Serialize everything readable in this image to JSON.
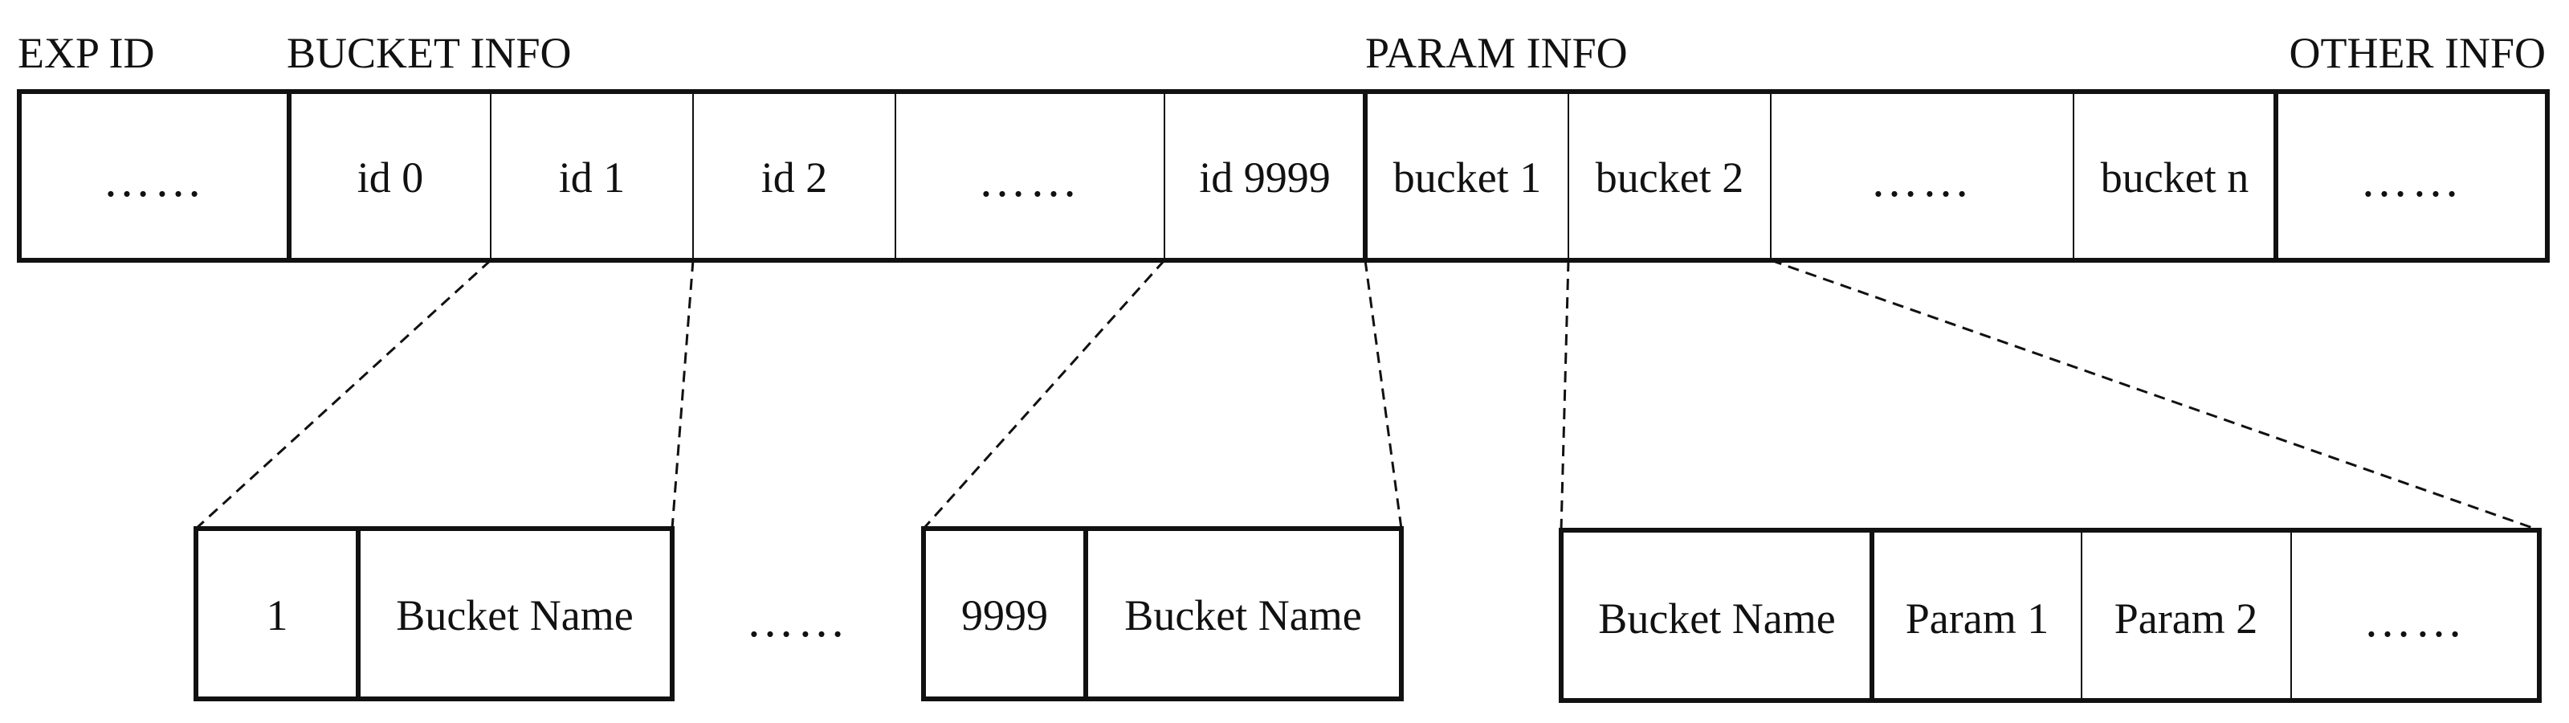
{
  "headers": {
    "exp_id": "EXP ID",
    "bucket_info": "BUCKET INFO",
    "param_info": "PARAM INFO",
    "other_info": "OTHER INFO"
  },
  "top_row": {
    "exp_cell": "……",
    "id0": "id 0",
    "id1": "id 1",
    "id2": "id 2",
    "ids_ellipsis": "……",
    "id9999": "id 9999",
    "bucket1": "bucket 1",
    "bucket2": "bucket 2",
    "buckets_ellipsis": "……",
    "bucketn": "bucket n",
    "other_cell": "……"
  },
  "detail_id1": {
    "number": "1",
    "name": "Bucket Name"
  },
  "detail_gap": "……",
  "detail_id9999": {
    "number": "9999",
    "name": "Bucket Name"
  },
  "detail_bucket": {
    "name": "Bucket Name",
    "param1": "Param 1",
    "param2": "Param 2",
    "ellipsis": "……"
  },
  "colors": {
    "stroke": "#111111",
    "background": "#ffffff"
  }
}
